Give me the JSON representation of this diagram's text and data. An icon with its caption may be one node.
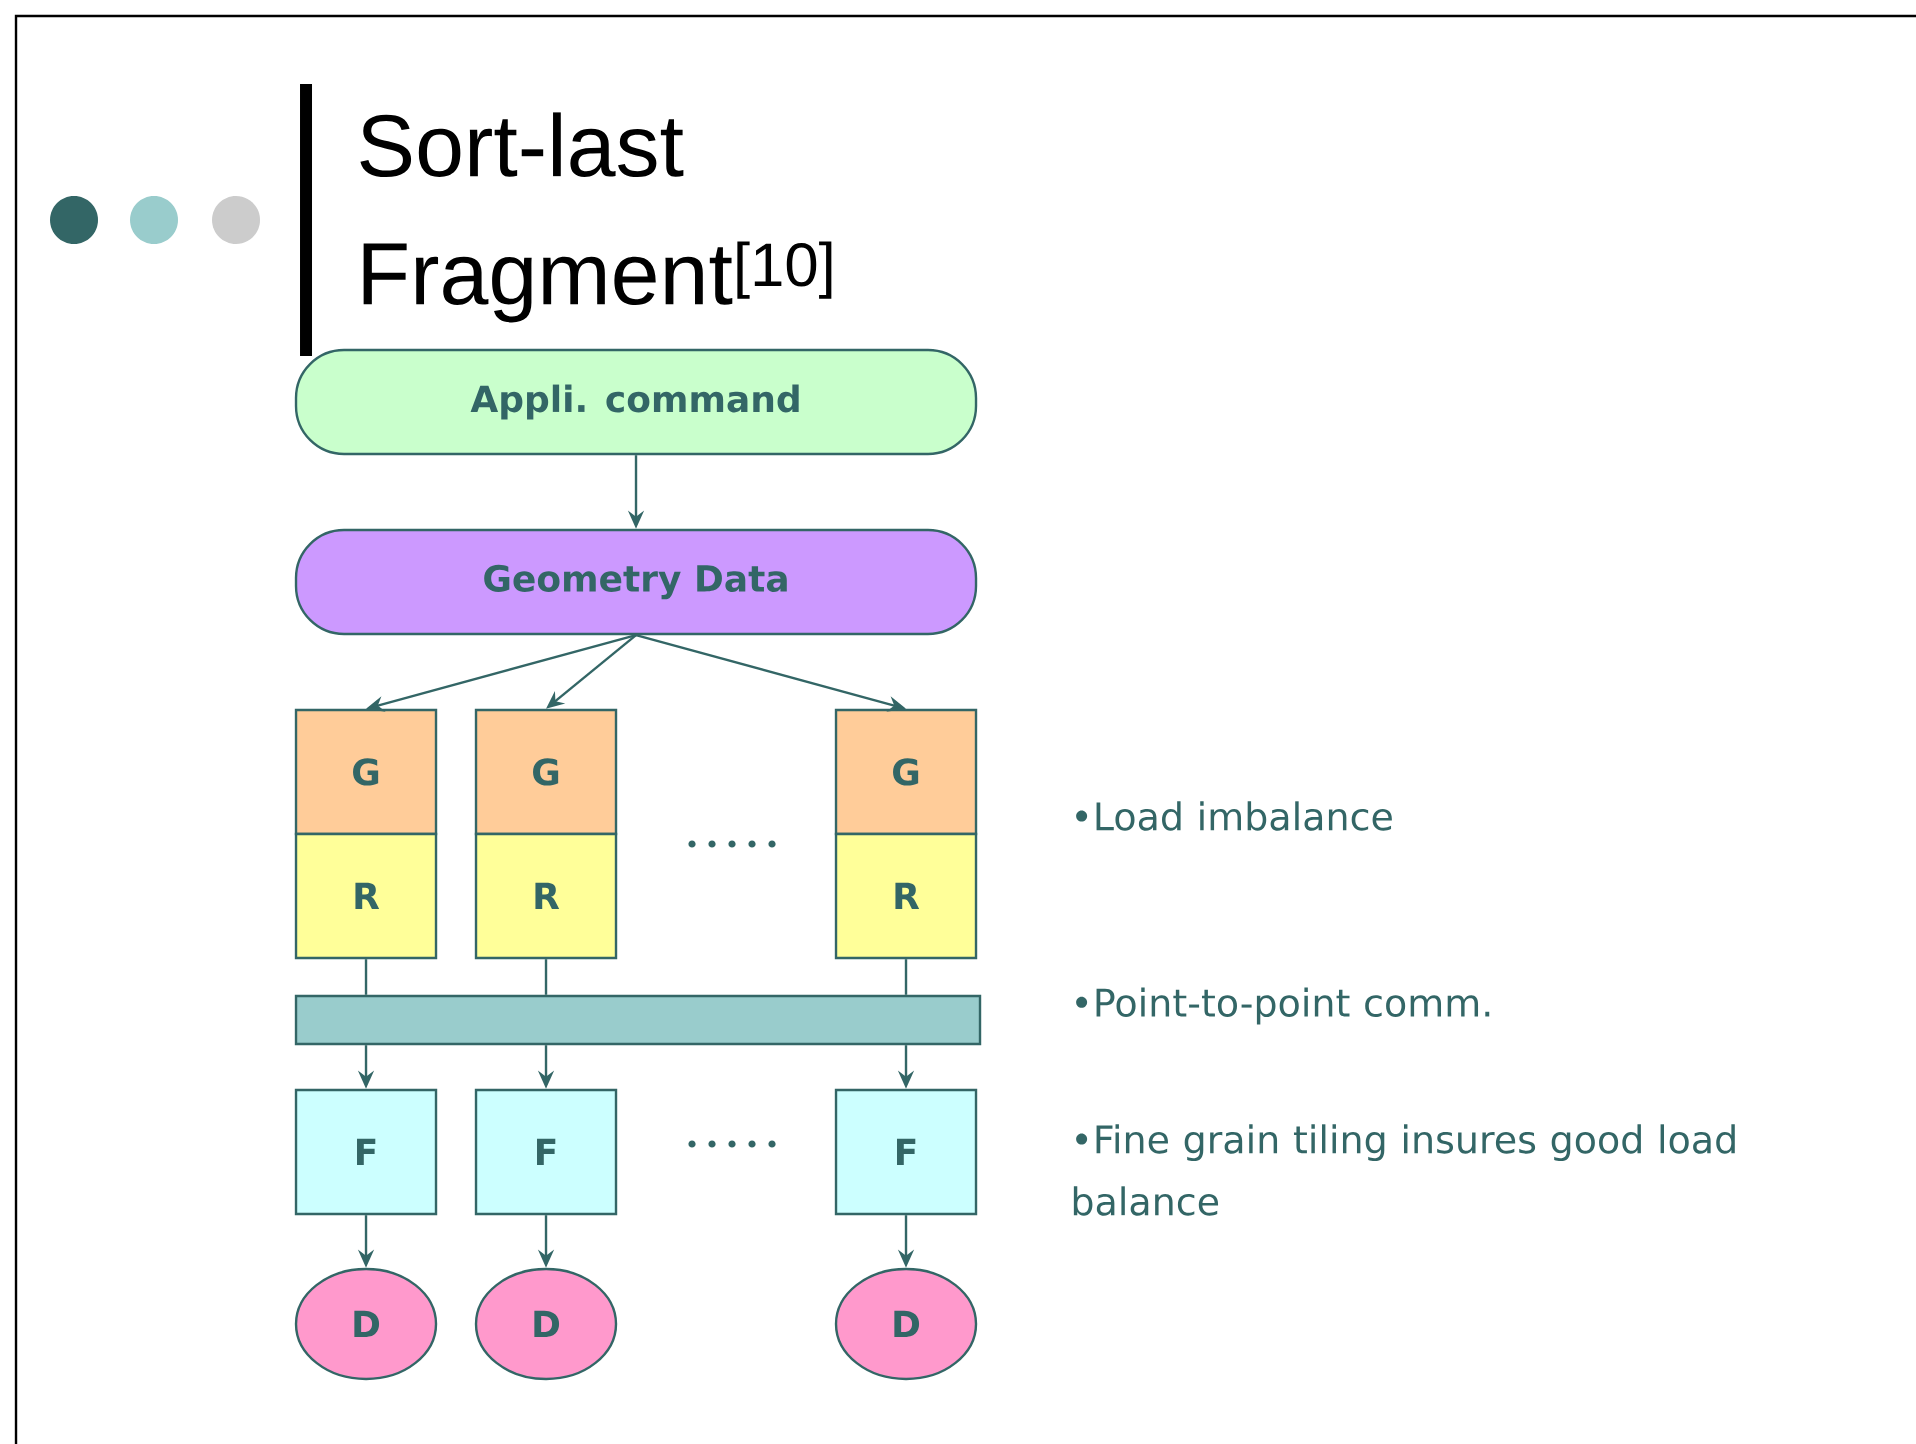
{
  "diagram": {
    "title": "Sort-last Fragment$^{[10]}$",
    "nodes": [
      {
        "text": [
          "Appli. command"
        ]
      },
      {
        "text": [
          "Geometry Data"
        ]
      },
      {
        "text": [
          "G"
        ]
      },
      {
        "text": [
          "R"
        ]
      },
      {
        "text": [
          "G"
        ]
      },
      {
        "text": [
          "R"
        ]
      },
      {
        "text": [
          "G"
        ]
      },
      {
        "text": [
          "R"
        ]
      },
      {
        "text": [],
        "shape": "bar"
      },
      {
        "text": [
          "F"
        ]
      },
      {
        "text": [
          "F"
        ]
      },
      {
        "text": [
          "F"
        ]
      },
      {
        "text": [
          "D"
        ]
      },
      {
        "text": [
          "D"
        ]
      },
      {
        "text": [
          "D"
        ]
      }
    ],
    "edges": [
      {
        "from": 0,
        "to": 1,
        "arrow": "to"
      },
      {
        "from": 1,
        "to": 2,
        "arrow": "to"
      },
      {
        "from": 1,
        "to": 4,
        "arrow": "to"
      },
      {
        "from": 1,
        "to": 6,
        "arrow": "to"
      },
      {
        "from": 3,
        "to": 8,
        "arrow": "none"
      },
      {
        "from": 5,
        "to": 8,
        "arrow": "none"
      },
      {
        "from": 7,
        "to": 8,
        "arrow": "none"
      },
      {
        "from": 8,
        "to": 9,
        "arrow": "to"
      },
      {
        "from": 8,
        "to": 10,
        "arrow": "to"
      },
      {
        "from": 8,
        "to": 11,
        "arrow": "to"
      },
      {
        "from": 9,
        "to": 12,
        "arrow": "to"
      },
      {
        "from": 10,
        "to": 13,
        "arrow": "to"
      },
      {
        "from": 11,
        "to": 14,
        "arrow": "to"
      }
    ],
    "labels": [
      "•Load imbalance",
      "•Point-to-point comm.",
      "•Fine grain tiling insures good load balance"
    ]
  }
}
